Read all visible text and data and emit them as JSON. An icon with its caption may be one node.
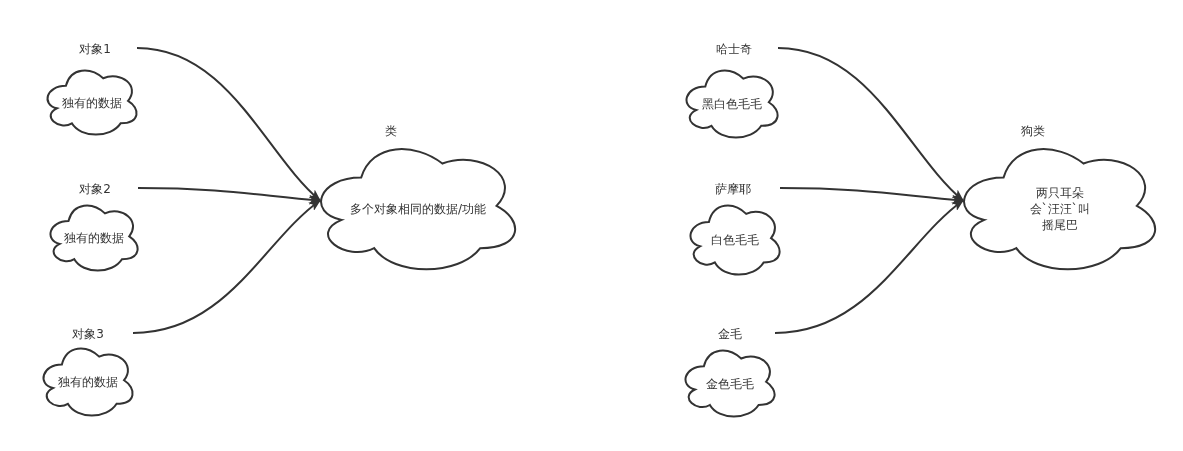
{
  "diagram": {
    "nodes": [
      {
        "text": [
          "对象1",
          "独有的数据"
        ]
      },
      {
        "text": [
          "对象2",
          "独有的数据"
        ]
      },
      {
        "text": [
          "对象3",
          "独有的数据"
        ]
      },
      {
        "text": [
          "类",
          "多个对象相同的数据/功能"
        ]
      },
      {
        "text": [
          "哈士奇",
          "黑白色毛毛"
        ]
      },
      {
        "text": [
          "萨摩耶",
          "白色毛毛"
        ]
      },
      {
        "text": [
          "金毛",
          "金色毛毛"
        ]
      },
      {
        "text": [
          "狗类",
          "两只耳朵",
          "会`汪汪`叫",
          "摇尾巴"
        ]
      }
    ],
    "edges": [
      {
        "from": 0,
        "to": 3,
        "arrow": "to"
      },
      {
        "from": 1,
        "to": 3,
        "arrow": "to"
      },
      {
        "from": 2,
        "to": 3,
        "arrow": "to"
      },
      {
        "from": 4,
        "to": 7,
        "arrow": "to"
      },
      {
        "from": 5,
        "to": 7,
        "arrow": "to"
      },
      {
        "from": 6,
        "to": 7,
        "arrow": "to"
      }
    ]
  }
}
